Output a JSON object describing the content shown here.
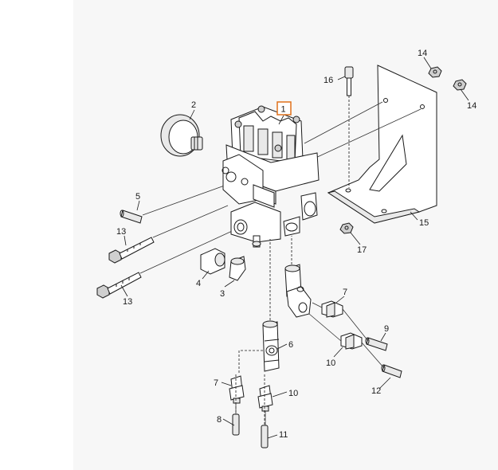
{
  "callouts": {
    "c1": "1",
    "c2": "2",
    "c3": "3",
    "c4": "4",
    "c5": "5",
    "c6": "6",
    "c7a": "7",
    "c7b": "7",
    "c8": "8",
    "c9": "9",
    "c10a": "10",
    "c10b": "10",
    "c11": "11",
    "c12": "12",
    "c13a": "13",
    "c13b": "13",
    "c14a": "14",
    "c14b": "14",
    "c15": "15",
    "c16": "16",
    "c17": "17"
  },
  "highlight_color": "#e0701a",
  "background_color": "#f7f7f7"
}
